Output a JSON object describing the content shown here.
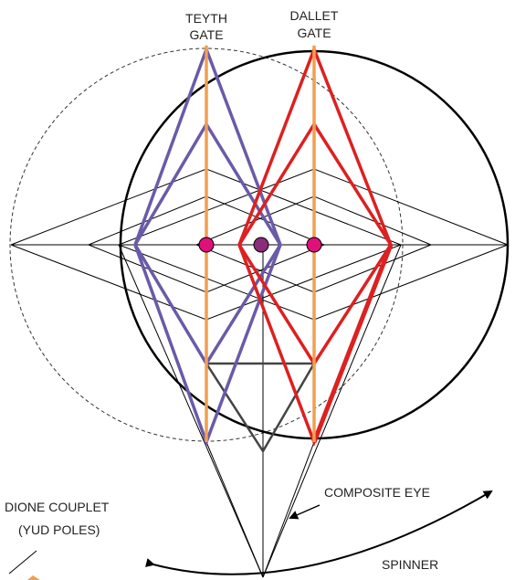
{
  "labels": {
    "teyth_gate_line1": "TEYTH",
    "teyth_gate_line2": "GATE",
    "dallet_gate_line1": "DALLET",
    "dallet_gate_line2": "GATE",
    "dione_couplet_line1": "DIONE COUPLET",
    "dione_couplet_line2": "(YUD POLES)",
    "composite_eye": "COMPOSITE EYE",
    "spinner": "SPINNER"
  },
  "colors": {
    "purple": "#6b5aa8",
    "red": "#dd2020",
    "orange": "#f0a050",
    "gray": "#444444",
    "line": "#000000",
    "pink_dot": "#e0107a",
    "center_dot": "#8a2c7a",
    "dashed_circle": "#333333",
    "solid_circle": "#000000",
    "corner_arrow": "#f0a050"
  }
}
